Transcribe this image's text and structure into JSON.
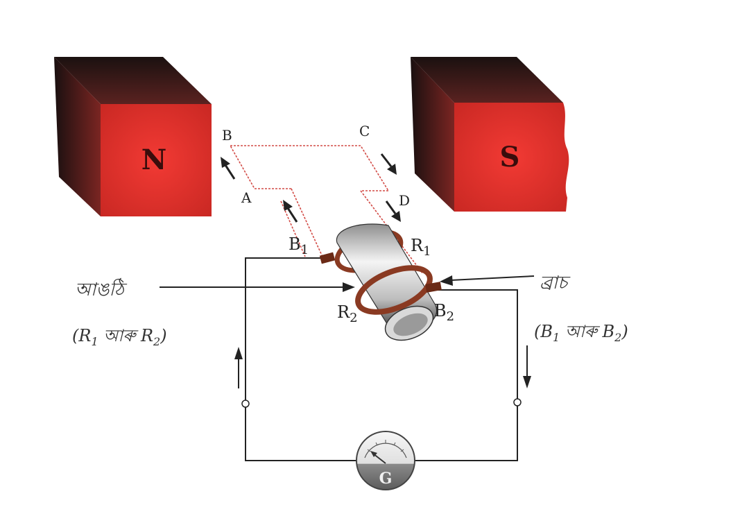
{
  "magnets": {
    "north": {
      "label": "N"
    },
    "south": {
      "label": "S"
    }
  },
  "coil": {
    "corner_a": "A",
    "corner_b": "B",
    "corner_c": "C",
    "corner_d": "D"
  },
  "rings": {
    "r1": {
      "letter": "R",
      "sub": "1"
    },
    "r2": {
      "letter": "R",
      "sub": "2"
    },
    "annotation": "আঙঠি",
    "annotation_paren": {
      "open": "(",
      "a": "R",
      "a_sub": "1",
      "conj": " আৰু ",
      "b": "R",
      "b_sub": "2",
      "close": ")"
    }
  },
  "brushes": {
    "b1": {
      "letter": "B",
      "sub": "1"
    },
    "b2": {
      "letter": "B",
      "sub": "2"
    },
    "annotation": "ব্ৰাচ",
    "annotation_paren": {
      "open": "(",
      "a": "B",
      "a_sub": "1",
      "conj": " আৰু ",
      "b": "B",
      "b_sub": "2",
      "close": ")"
    }
  },
  "galvanometer": {
    "label": "G"
  },
  "colors": {
    "magnet_red": "#e8332f",
    "magnet_dark": "#2a1715",
    "coil_line": "#d24a45",
    "wire": "#222222",
    "ring_brown": "#8a3a22"
  }
}
